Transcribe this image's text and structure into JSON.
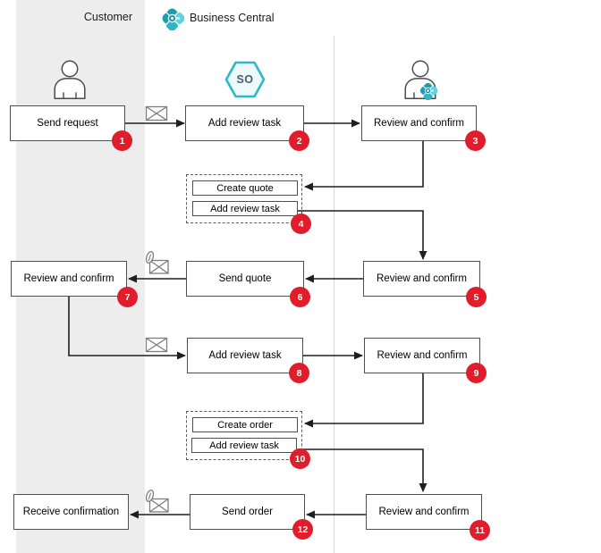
{
  "lanes": {
    "customer": {
      "label": "Customer"
    },
    "business_central": {
      "label": "Business Central"
    }
  },
  "icons": {
    "so_label": "SO",
    "names": [
      "person-icon",
      "so-hexagon-icon",
      "business-central-logo-icon",
      "person-with-badge-icon",
      "email-icon",
      "email-attachment-icon"
    ]
  },
  "colors": {
    "lane_bg": "#ededed",
    "divider": "#d9d9d9",
    "box_border": "#4f4f4f",
    "connector": "#1f1f1f",
    "step_badge": "#e11d2c",
    "teal_accent": "#2db7c8",
    "logo_teal_dark": "#1a9dae",
    "logo_teal_light": "#5ad4e1"
  },
  "steps": {
    "send_request": {
      "label": "Send request",
      "step": "1"
    },
    "add_review_task_1": {
      "label": "Add review task",
      "step": "2"
    },
    "review_and_confirm_1": {
      "label": "Review and confirm",
      "step": "3"
    },
    "quote_group": {
      "create_label": "Create quote",
      "task_label": "Add review task",
      "step": "4"
    },
    "review_and_confirm_2": {
      "label": "Review and confirm",
      "step": "5"
    },
    "send_quote": {
      "label": "Send quote",
      "step": "6"
    },
    "review_and_confirm_customer": {
      "label": "Review and confirm",
      "step": "7"
    },
    "add_review_task_2": {
      "label": "Add review task",
      "step": "8"
    },
    "review_and_confirm_3": {
      "label": "Review and confirm",
      "step": "9"
    },
    "order_group": {
      "create_label": "Create order",
      "task_label": "Add review task",
      "step": "10"
    },
    "review_and_confirm_4": {
      "label": "Review and confirm",
      "step": "11"
    },
    "send_order": {
      "label": "Send order",
      "step": "12"
    },
    "receive_confirmation": {
      "label": "Receive confirmation"
    }
  }
}
